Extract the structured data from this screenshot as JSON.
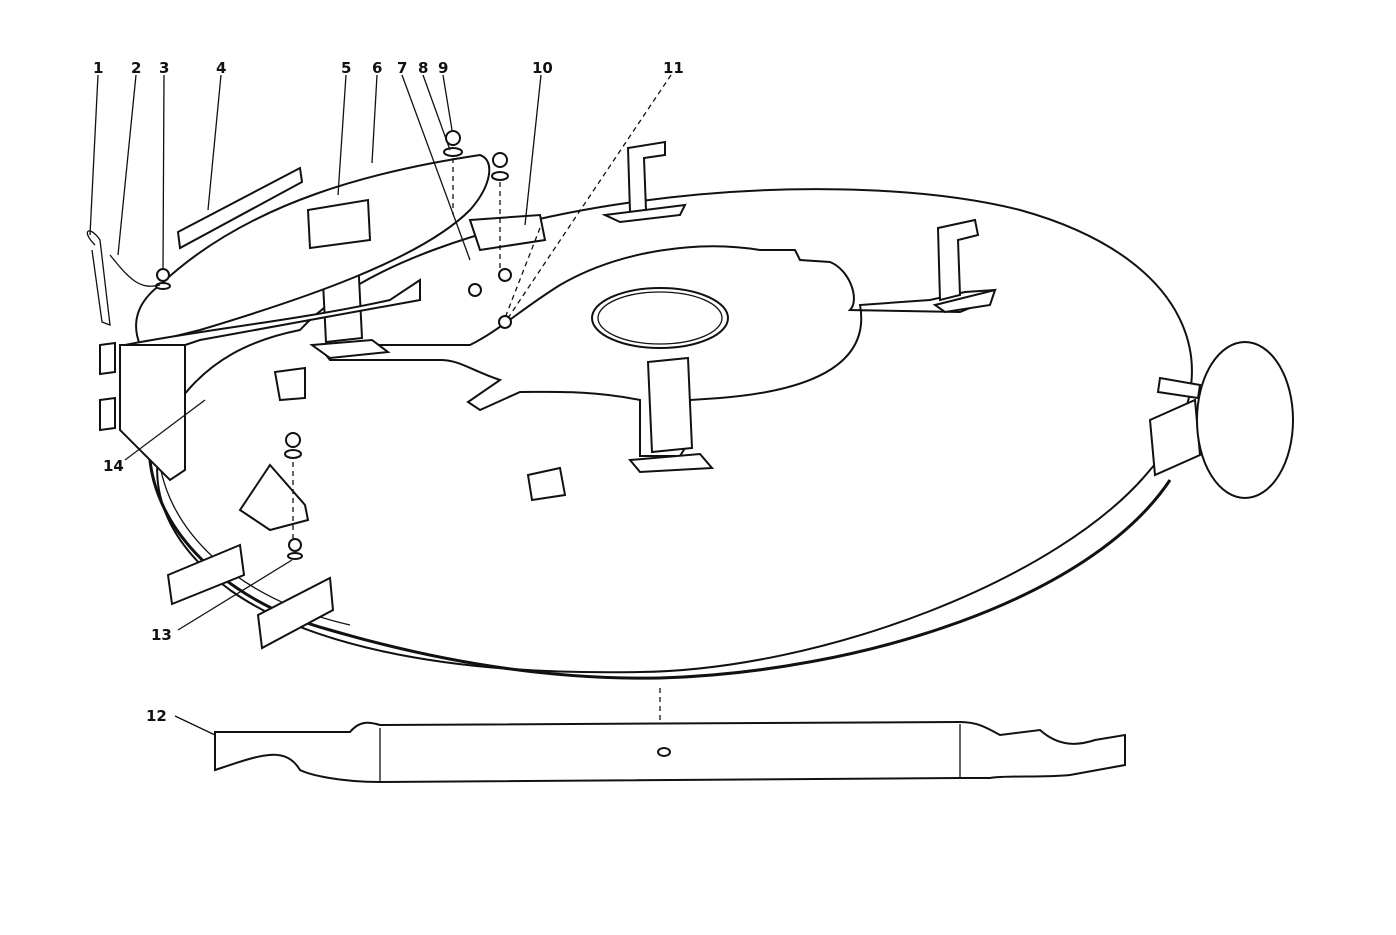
{
  "diagram": {
    "labels": {
      "l1": "1",
      "l2": "2",
      "l3": "3",
      "l4": "4",
      "l5": "5",
      "l6": "6",
      "l7": "7",
      "l8": "8",
      "l9": "9",
      "l10": "10",
      "l11": "11",
      "l12": "12",
      "l13": "13",
      "l14": "14"
    },
    "line_color": "#111111",
    "background": "#ffffff"
  }
}
